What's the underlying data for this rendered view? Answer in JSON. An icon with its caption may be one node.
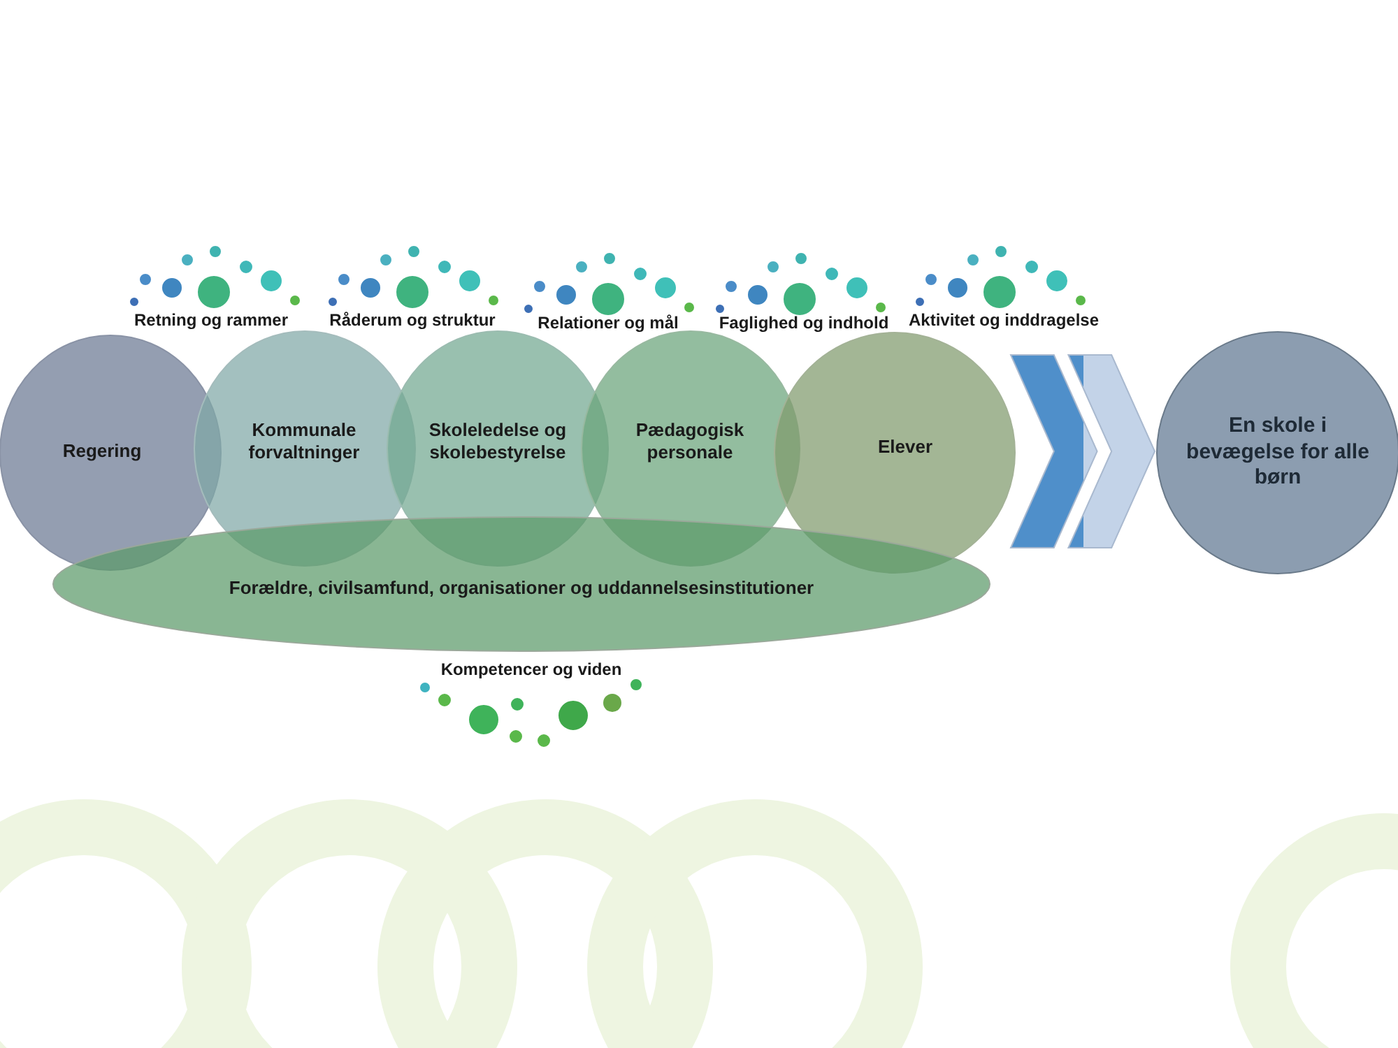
{
  "diagram": {
    "nodes": [
      {
        "text": [
          "Regering"
        ]
      },
      {
        "text": [
          "Kommunale forvaltninger"
        ]
      },
      {
        "text": [
          "Skoleledelse og skolebestyrelse"
        ]
      },
      {
        "text": [
          "Pædagogisk personale"
        ]
      },
      {
        "text": [
          "Elever"
        ]
      },
      {
        "text": [
          "Forældre, civilsamfund, organisationer og uddannelsesinstitutioner"
        ]
      },
      {
        "text": [
          "En skole i bevægelse for alle børn"
        ]
      }
    ],
    "edges": [
      {
        "from": 4,
        "to": 6,
        "arrow": "to"
      }
    ],
    "labels": [
      "Retning og rammer",
      "Råderum og struktur",
      "Relationer og mål",
      "Faglighed og indhold",
      "Aktivitet og inddragelse",
      "Kompetencer og viden"
    ]
  }
}
